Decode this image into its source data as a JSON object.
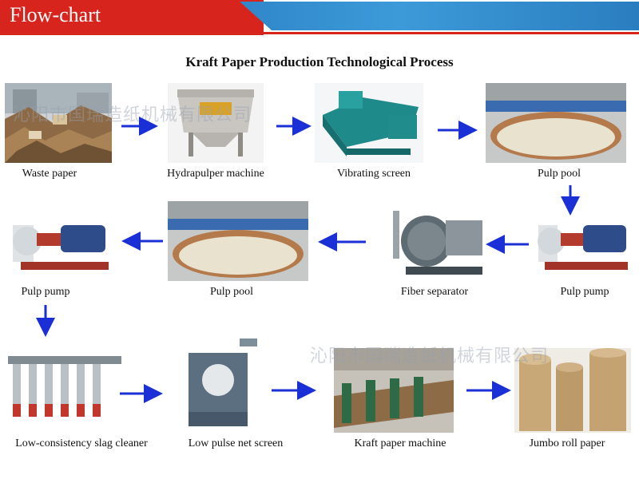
{
  "header": {
    "title": "Flow-chart"
  },
  "diagram": {
    "title": "Kraft Paper Production Technological Process",
    "steps": [
      {
        "label": "Waste paper"
      },
      {
        "label": "Hydrapulper machine"
      },
      {
        "label": "Vibrating screen"
      },
      {
        "label": "Pulp pool"
      },
      {
        "label": "Pulp pump"
      },
      {
        "label": "Fiber separator"
      },
      {
        "label": "Pulp pool"
      },
      {
        "label": "Pulp pump"
      },
      {
        "label": "Low-consistency slag cleaner"
      },
      {
        "label": "Low pulse net screen"
      },
      {
        "label": "Kraft paper machine"
      },
      {
        "label": "Jumbo roll paper"
      }
    ],
    "flow": [
      "Waste paper",
      "Hydrapulper machine",
      "Vibrating screen",
      "Pulp pool",
      "Pulp pump",
      "Fiber separator",
      "Pulp pool",
      "Pulp pump",
      "Low-consistency slag cleaner",
      "Low pulse net screen",
      "Kraft paper machine",
      "Jumbo roll paper"
    ]
  },
  "watermark": "沁阳市国瑞造纸机械有限公司",
  "colors": {
    "accent_red": "#d7241c",
    "accent_blue": "#2f87c9",
    "arrow": "#1a2fd6"
  }
}
